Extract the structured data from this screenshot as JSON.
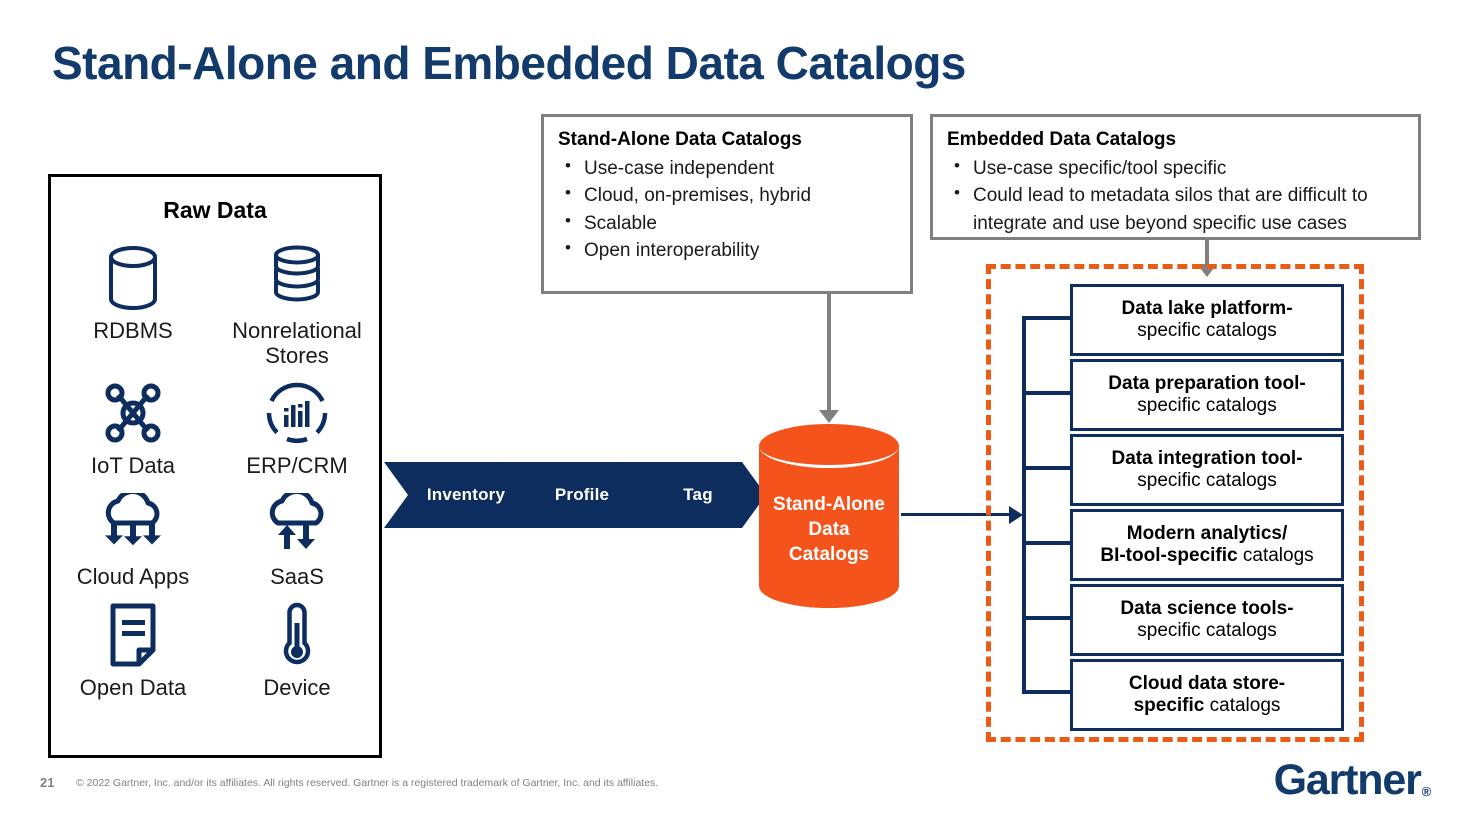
{
  "title": "Stand-Alone and Embedded Data Catalogs",
  "colors": {
    "navy": "#0D2D5E",
    "title_blue": "#123A6B",
    "orange": "#F4541C",
    "dashed_orange": "#EA5B15",
    "gray_connector": "#808080",
    "callout_border": "#7F7F7F",
    "footer_gray": "#808080"
  },
  "raw_data": {
    "title": "Raw Data",
    "items": [
      {
        "label": "RDBMS",
        "icon": "database-cylinder-icon"
      },
      {
        "label": "Nonrelational Stores",
        "icon": "stacked-disks-icon"
      },
      {
        "label": "IoT Data",
        "icon": "network-nodes-icon"
      },
      {
        "label": "ERP/CRM",
        "icon": "bar-chart-circle-icon"
      },
      {
        "label": "Cloud Apps",
        "icon": "cloud-three-arrows-icon"
      },
      {
        "label": "SaaS",
        "icon": "cloud-two-arrows-icon"
      },
      {
        "label": "Open Data",
        "icon": "document-page-icon"
      },
      {
        "label": "Device",
        "icon": "thermometer-icon"
      }
    ]
  },
  "callouts": {
    "standalone": {
      "title": "Stand-Alone Data Catalogs",
      "bullets": [
        "Use-case independent",
        "Cloud, on-premises, hybrid",
        "Scalable",
        "Open interoperability"
      ]
    },
    "embedded": {
      "title": "Embedded Data Catalogs",
      "bullets": [
        "Use-case specific/tool specific",
        "Could lead to metadata silos that are difficult to integrate and use beyond specific use cases"
      ]
    }
  },
  "process": {
    "steps": [
      "Inventory",
      "Profile",
      "Tag"
    ]
  },
  "cylinder": {
    "label_lines": [
      "Stand-Alone",
      "Data",
      "Catalogs"
    ]
  },
  "embedded_catalogs": [
    {
      "line1": "Data lake platform-",
      "line2": "specific catalogs",
      "line1_bold": true,
      "line2_bold": false
    },
    {
      "line1": "Data preparation tool-",
      "line2": "specific catalogs",
      "line1_bold": true,
      "line2_bold": false
    },
    {
      "line1": "Data integration tool-",
      "line2": "specific catalogs",
      "line1_bold": true,
      "line2_bold": false
    },
    {
      "line1": "Modern analytics/",
      "line2_bold_part": "BI-tool-specific",
      "line2_rest": " catalogs",
      "line1_bold": true
    },
    {
      "line1": "Data science tools-",
      "line2": "specific catalogs",
      "line1_bold": true,
      "line2_bold": false
    },
    {
      "line1": "Cloud data store-",
      "line2_bold_part": "specific",
      "line2_rest": " catalogs",
      "line1_bold": false
    }
  ],
  "footer": {
    "page_number": "21",
    "copyright": "© 2022 Gartner, Inc. and/or its affiliates. All rights reserved. Gartner is a registered trademark of Gartner, Inc. and its affiliates.",
    "logo_text": "Gartner",
    "logo_mark": "®"
  }
}
